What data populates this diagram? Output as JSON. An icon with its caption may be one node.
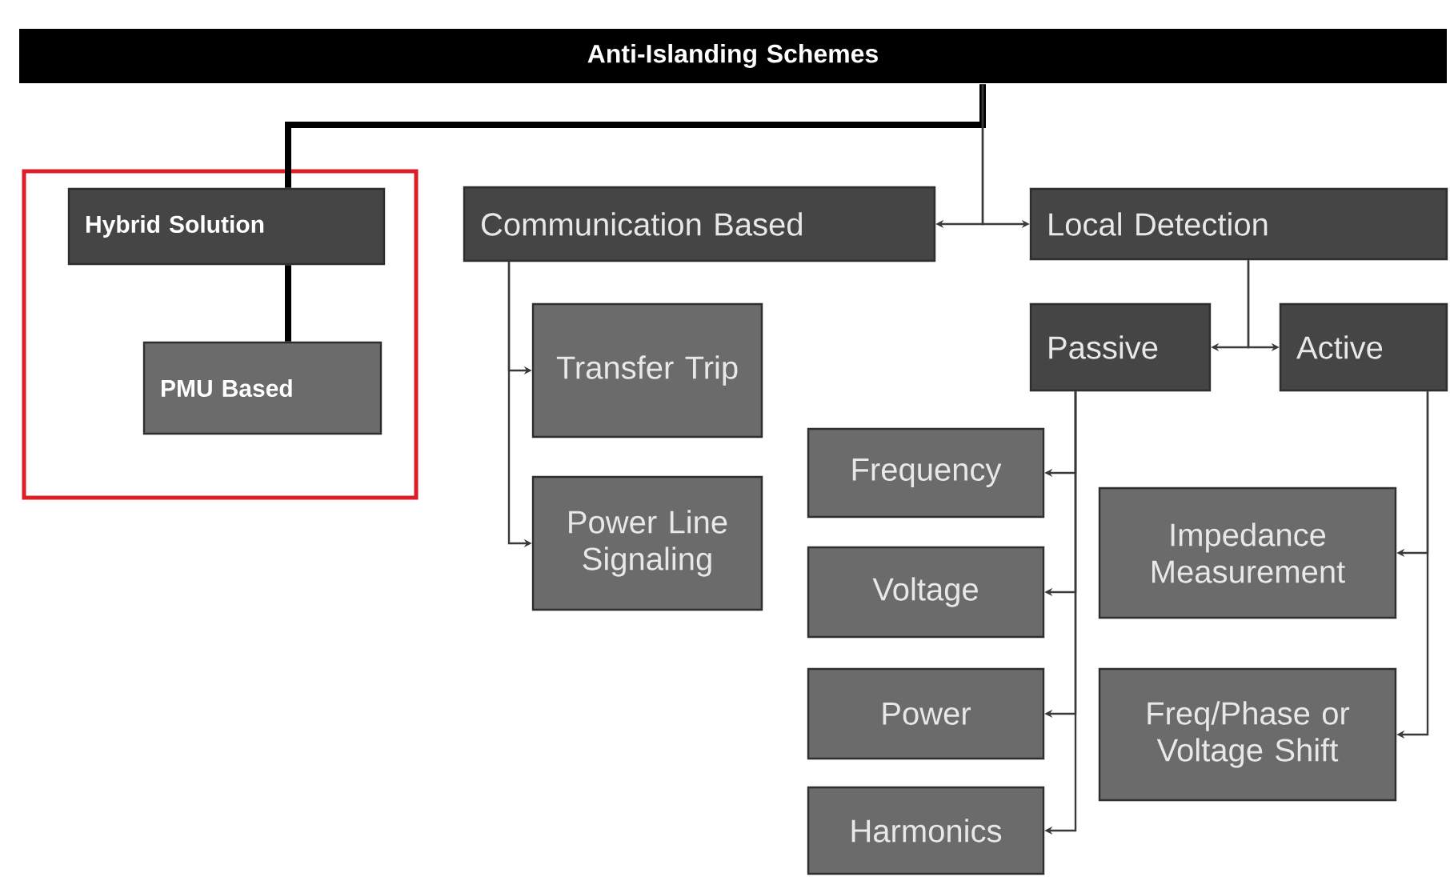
{
  "diagram": {
    "nodes": [
      {
        "text": [
          "Anti-Islanding Schemes"
        ]
      },
      {
        "text": [],
        "shape": "box"
      },
      {
        "text": [
          "Hybrid Solution"
        ],
        "in": 1
      },
      {
        "text": [
          "PMU Based"
        ],
        "in": 1
      },
      {
        "text": [
          "Communication Based"
        ]
      },
      {
        "text": [
          "Local Detection"
        ]
      },
      {
        "text": [
          "Transfer Trip"
        ]
      },
      {
        "text": [
          "Power Line Signaling"
        ]
      },
      {
        "text": [
          "Passive"
        ]
      },
      {
        "text": [
          "Active"
        ]
      },
      {
        "text": [
          "Frequency"
        ]
      },
      {
        "text": [
          "Voltage"
        ]
      },
      {
        "text": [
          "Power"
        ]
      },
      {
        "text": [
          "Harmonics"
        ]
      },
      {
        "text": [
          "Impedance Measurement"
        ]
      },
      {
        "text": [
          "Freq/Phase or Voltage Shift"
        ]
      }
    ],
    "edges": [
      {
        "from": 0,
        "to": 2,
        "arrow": "none",
        "style": "thick",
        "color": "#000000"
      },
      {
        "from": 0,
        "to": 4,
        "arrow": "to"
      },
      {
        "from": 0,
        "to": 5,
        "arrow": "to"
      },
      {
        "from": 2,
        "to": 3,
        "arrow": "none",
        "style": "thick",
        "color": "#000000"
      },
      {
        "from": 4,
        "to": 6,
        "arrow": "to"
      },
      {
        "from": 4,
        "to": 7,
        "arrow": "to"
      },
      {
        "from": 5,
        "to": 8,
        "arrow": "to"
      },
      {
        "from": 5,
        "to": 9,
        "arrow": "to"
      },
      {
        "from": 8,
        "to": 10,
        "arrow": "to"
      },
      {
        "from": 8,
        "to": 11,
        "arrow": "to"
      },
      {
        "from": 8,
        "to": 12,
        "arrow": "to"
      },
      {
        "from": 8,
        "to": 13,
        "arrow": "to"
      },
      {
        "from": 9,
        "to": 14,
        "arrow": "to"
      },
      {
        "from": 9,
        "to": 15,
        "arrow": "to"
      }
    ]
  }
}
